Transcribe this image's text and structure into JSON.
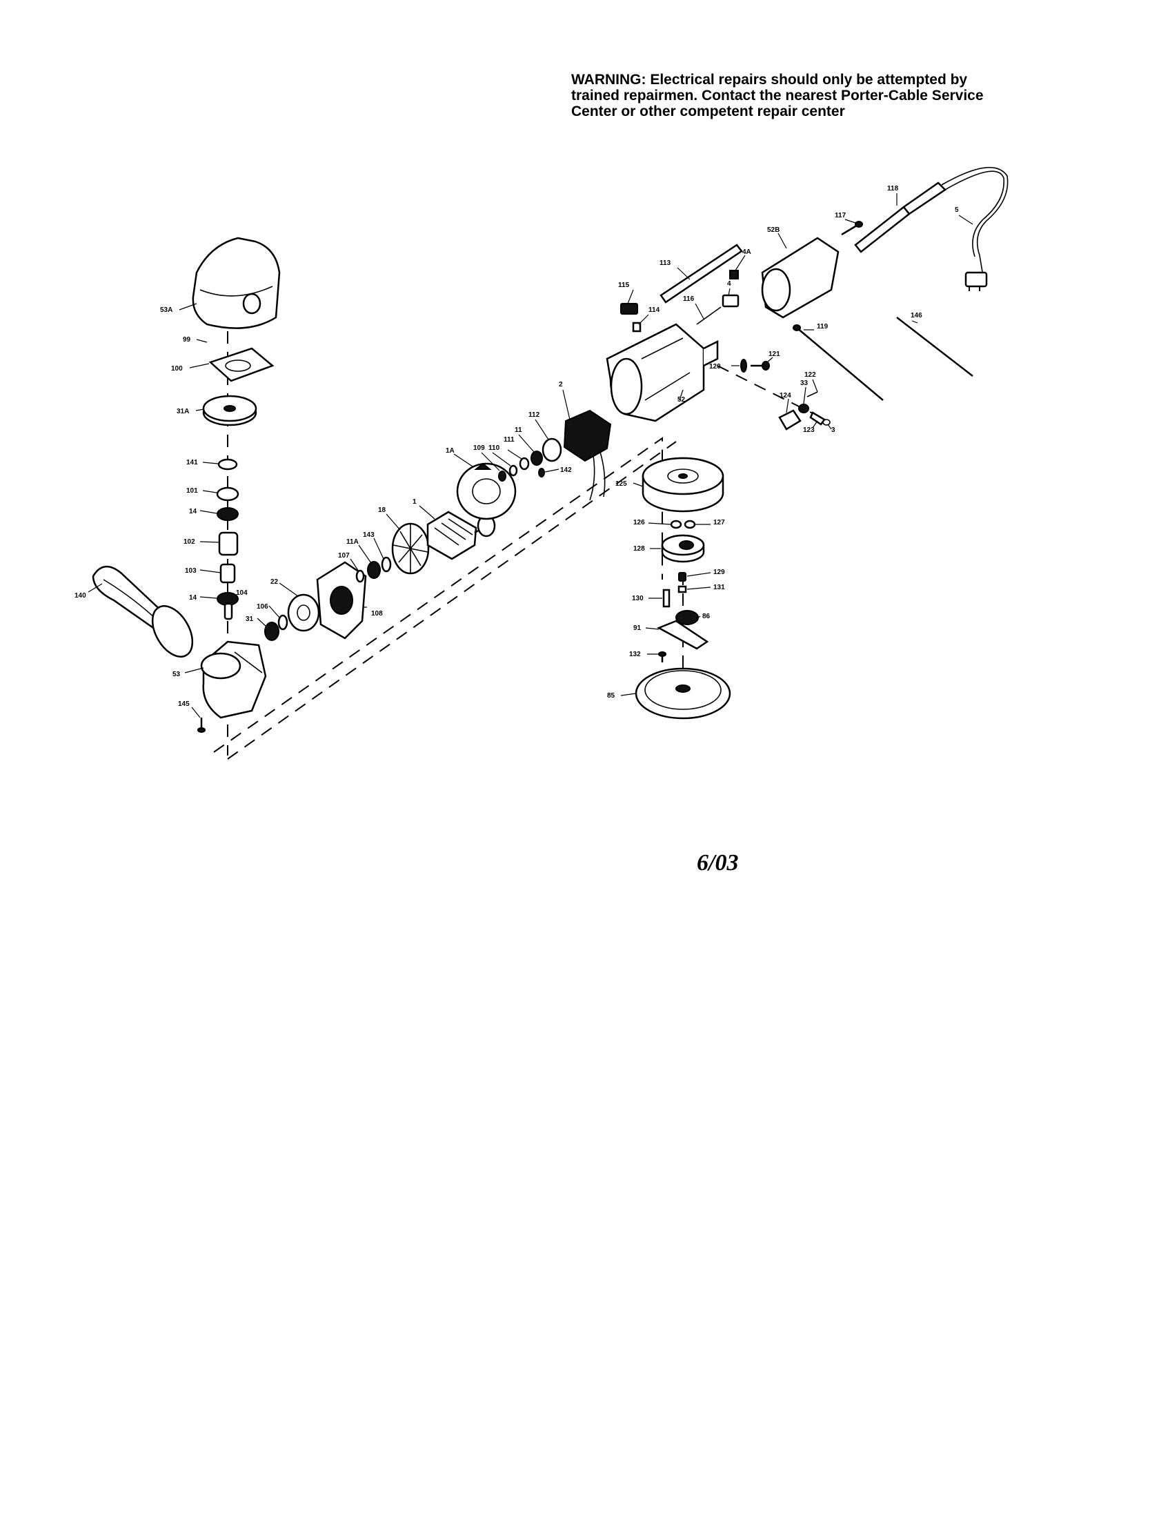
{
  "warning": {
    "line1": "WARNING: Electrical repairs should only be attempted by",
    "line2": "trained repairmen. Contact the nearest Porter-Cable Service",
    "line3": "Center or other competent repair center"
  },
  "date_code": "6/03",
  "part_labels": {
    "p53a": "53A",
    "p99": "99",
    "p100": "100",
    "p31a": "31A",
    "p141": "141",
    "p101": "101",
    "p14a": "14",
    "p102": "102",
    "p103": "103",
    "p14b": "14",
    "p104": "104",
    "p140": "140",
    "p53": "53",
    "p145": "145",
    "p31": "31",
    "p106": "106",
    "p22": "22",
    "p108": "108",
    "p107": "107",
    "p11a": "11A",
    "p143": "143",
    "p18": "18",
    "p1": "1",
    "p1a": "1A",
    "p109": "109",
    "p110": "110",
    "p111": "111",
    "p11": "11",
    "p112": "112",
    "p142": "142",
    "p2": "2",
    "p52": "52",
    "p115": "115",
    "p114": "114",
    "p113": "113",
    "p116": "116",
    "p4": "4",
    "p4a": "4A",
    "p52b": "52B",
    "p117": "117",
    "p118": "118",
    "p5": "5",
    "p119": "119",
    "p120": "120",
    "p121": "121",
    "p146": "146",
    "p33": "33",
    "p122": "122",
    "p124": "124",
    "p123": "123",
    "p3": "3",
    "p125": "125",
    "p126": "126",
    "p127": "127",
    "p128": "128",
    "p129": "129",
    "p131": "131",
    "p130": "130",
    "p86": "86",
    "p91": "91",
    "p132": "132",
    "p85": "85"
  }
}
